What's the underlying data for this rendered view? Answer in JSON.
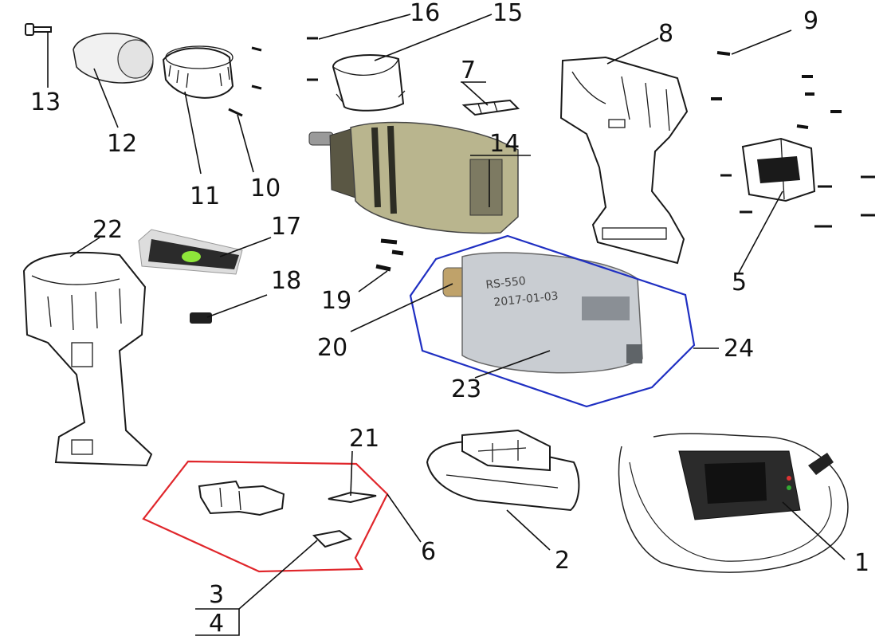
{
  "colors": {
    "background": "#ffffff",
    "line": "#111111",
    "motor_group_outline": "#1f2fc2",
    "switch_group_outline": "#e0262b",
    "spirit_level_vial": "#8ee63a",
    "charger_body": "#2b2b2b",
    "motor_housing": "#c9cdd2",
    "gearbox_body": "#b9b58e"
  },
  "callouts": [
    {
      "id": "1",
      "text": "1"
    },
    {
      "id": "2",
      "text": "2"
    },
    {
      "id": "3",
      "text": "3"
    },
    {
      "id": "4",
      "text": "4"
    },
    {
      "id": "5",
      "text": "5"
    },
    {
      "id": "6",
      "text": "6"
    },
    {
      "id": "7",
      "text": "7"
    },
    {
      "id": "8",
      "text": "8"
    },
    {
      "id": "9",
      "text": "9"
    },
    {
      "id": "10",
      "text": "10"
    },
    {
      "id": "11",
      "text": "11"
    },
    {
      "id": "12",
      "text": "12"
    },
    {
      "id": "13",
      "text": "13"
    },
    {
      "id": "14",
      "text": "14"
    },
    {
      "id": "15",
      "text": "15"
    },
    {
      "id": "16",
      "text": "16"
    },
    {
      "id": "17",
      "text": "17"
    },
    {
      "id": "18",
      "text": "18"
    },
    {
      "id": "19",
      "text": "19"
    },
    {
      "id": "20",
      "text": "20"
    },
    {
      "id": "21",
      "text": "21"
    },
    {
      "id": "22",
      "text": "22"
    },
    {
      "id": "23",
      "text": "23"
    },
    {
      "id": "24",
      "text": "24"
    }
  ],
  "motor_marking": {
    "line1": "RS-550",
    "line2": "2017-01-03"
  }
}
